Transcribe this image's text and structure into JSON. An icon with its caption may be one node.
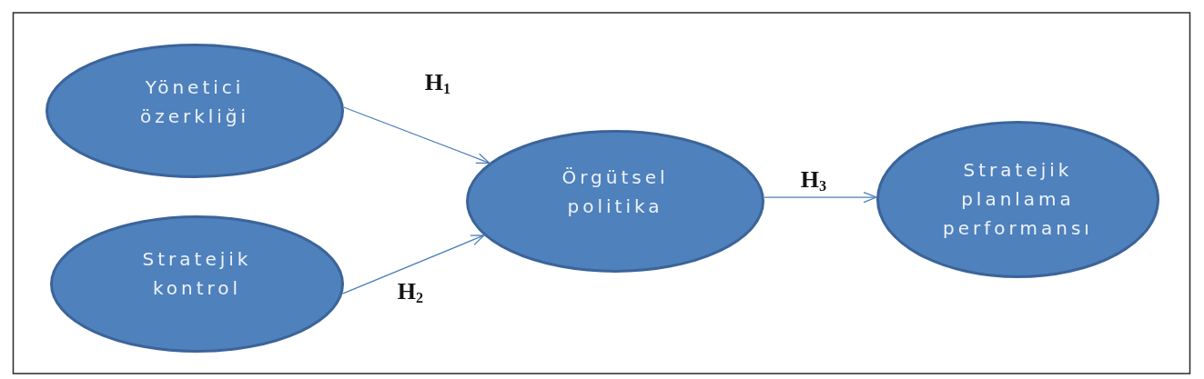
{
  "diagram": {
    "nodes": [
      {
        "text": [
          "Yönetici özerkliği"
        ]
      },
      {
        "text": [
          "Stratejik kontrol"
        ]
      },
      {
        "text": [
          "Örgütsel politika"
        ]
      },
      {
        "text": [
          "Stratejik planlama performansı"
        ]
      }
    ],
    "edges": [
      {
        "from": 0,
        "to": 2,
        "arrow": "to",
        "label": "H$_{1}$"
      },
      {
        "from": 1,
        "to": 2,
        "arrow": "to",
        "label": "H$_{2}$"
      },
      {
        "from": 2,
        "to": 3,
        "arrow": "to",
        "label": "H$_{3}$"
      }
    ]
  }
}
